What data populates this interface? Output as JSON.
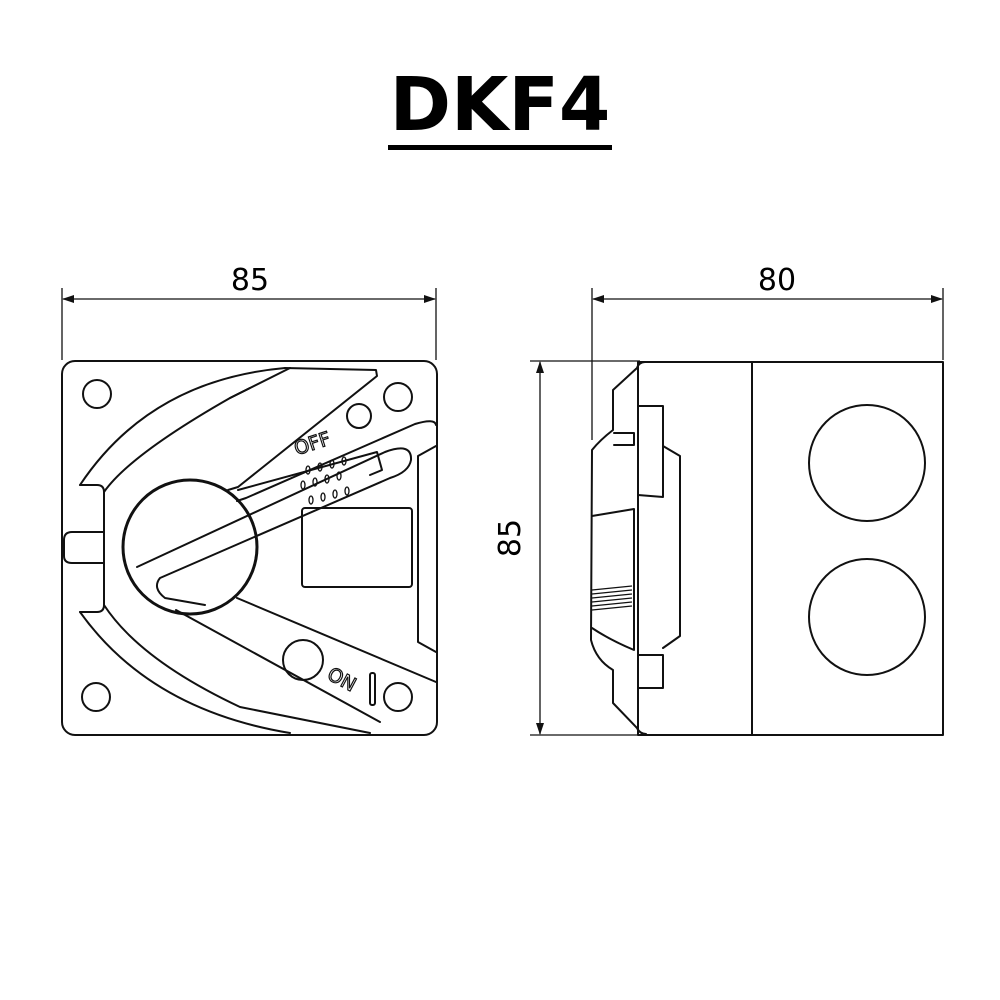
{
  "title": "DKF4",
  "front_view": {
    "width_dimension": "85",
    "off_label": "OFF",
    "on_label": "ON"
  },
  "side_view": {
    "depth_dimension": "80",
    "height_dimension": "85"
  }
}
